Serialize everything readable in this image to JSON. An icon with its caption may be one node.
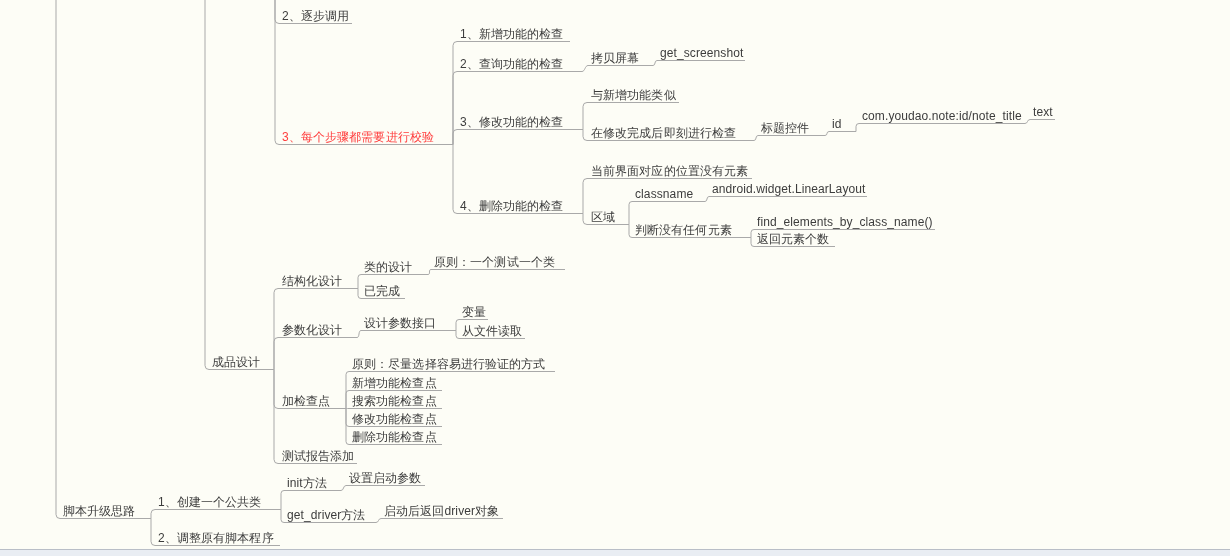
{
  "diagram": {
    "nodes": [
      {
        "text": [
          "2、逐步调用"
        ]
      },
      {
        "text": [
          "3、每个步骤都需要进行校验"
        ]
      },
      {
        "text": [
          "1、新增功能的检查"
        ]
      },
      {
        "text": [
          "2、查询功能的检查"
        ]
      },
      {
        "text": [
          "3、修改功能的检查"
        ]
      },
      {
        "text": [
          "4、删除功能的检查"
        ]
      },
      {
        "text": [
          "拷贝屏幕"
        ]
      },
      {
        "text": [
          "get_screenshot"
        ]
      },
      {
        "text": [
          "与新增功能类似"
        ]
      },
      {
        "text": [
          "在修改完成后即刻进行检查"
        ]
      },
      {
        "text": [
          "标题控件"
        ]
      },
      {
        "text": [
          "id"
        ]
      },
      {
        "text": [
          "com.youdao.note:id/note_title"
        ]
      },
      {
        "text": [
          "text"
        ]
      },
      {
        "text": [
          "当前界面对应的位置没有元素"
        ]
      },
      {
        "text": [
          "区域"
        ]
      },
      {
        "text": [
          "classname"
        ]
      },
      {
        "text": [
          "android.widget.LinearLayout"
        ]
      },
      {
        "text": [
          "判断没有任何元素"
        ]
      },
      {
        "text": [
          "find_elements_by_class_name()"
        ]
      },
      {
        "text": [
          "返回元素个数"
        ]
      },
      {
        "text": [
          "成品设计"
        ]
      },
      {
        "text": [
          "结构化设计"
        ]
      },
      {
        "text": [
          "参数化设计"
        ]
      },
      {
        "text": [
          "加检查点"
        ]
      },
      {
        "text": [
          "测试报告添加"
        ]
      },
      {
        "text": [
          "类的设计"
        ]
      },
      {
        "text": [
          "原则：一个测试一个类"
        ]
      },
      {
        "text": [
          "已完成"
        ]
      },
      {
        "text": [
          "设计参数接口"
        ]
      },
      {
        "text": [
          "变量"
        ]
      },
      {
        "text": [
          "从文件读取"
        ]
      },
      {
        "text": [
          "原则：尽量选择容易进行验证的方式"
        ]
      },
      {
        "text": [
          "新增功能检查点"
        ]
      },
      {
        "text": [
          "搜索功能检查点"
        ]
      },
      {
        "text": [
          "修改功能检查点"
        ]
      },
      {
        "text": [
          "删除功能检查点"
        ]
      },
      {
        "text": [
          "脚本升级思路"
        ]
      },
      {
        "text": [
          "1、创建一个公共类"
        ]
      },
      {
        "text": [
          "2、调整原有脚本程序"
        ]
      },
      {
        "text": [
          "init方法"
        ]
      },
      {
        "text": [
          "get_driver方法"
        ]
      },
      {
        "text": [
          "设置启动参数"
        ]
      },
      {
        "text": [
          "启动后返回driver对象"
        ]
      }
    ],
    "edges": [
      {
        "from": null,
        "to": 0,
        "arrow": "none"
      },
      {
        "from": null,
        "to": 1,
        "arrow": "none"
      },
      {
        "from": 1,
        "to": 2,
        "arrow": "none"
      },
      {
        "from": 1,
        "to": 3,
        "arrow": "none"
      },
      {
        "from": 1,
        "to": 4,
        "arrow": "none"
      },
      {
        "from": 1,
        "to": 5,
        "arrow": "none"
      },
      {
        "from": 3,
        "to": 6,
        "arrow": "none"
      },
      {
        "from": 6,
        "to": 7,
        "arrow": "none"
      },
      {
        "from": 4,
        "to": 8,
        "arrow": "none"
      },
      {
        "from": 4,
        "to": 9,
        "arrow": "none"
      },
      {
        "from": 9,
        "to": 10,
        "arrow": "none"
      },
      {
        "from": 10,
        "to": 11,
        "arrow": "none"
      },
      {
        "from": 11,
        "to": 12,
        "arrow": "none"
      },
      {
        "from": 12,
        "to": 13,
        "arrow": "none"
      },
      {
        "from": 5,
        "to": 14,
        "arrow": "none"
      },
      {
        "from": 5,
        "to": 15,
        "arrow": "none"
      },
      {
        "from": 15,
        "to": 16,
        "arrow": "none"
      },
      {
        "from": 16,
        "to": 17,
        "arrow": "none"
      },
      {
        "from": 15,
        "to": 18,
        "arrow": "none"
      },
      {
        "from": 18,
        "to": 19,
        "arrow": "none"
      },
      {
        "from": 18,
        "to": 20,
        "arrow": "none"
      },
      {
        "from": null,
        "to": 21,
        "arrow": "none"
      },
      {
        "from": 21,
        "to": 22,
        "arrow": "none"
      },
      {
        "from": 21,
        "to": 23,
        "arrow": "none"
      },
      {
        "from": 21,
        "to": 24,
        "arrow": "none"
      },
      {
        "from": 21,
        "to": 25,
        "arrow": "none"
      },
      {
        "from": 22,
        "to": 26,
        "arrow": "none"
      },
      {
        "from": 26,
        "to": 27,
        "arrow": "none"
      },
      {
        "from": 22,
        "to": 28,
        "arrow": "none"
      },
      {
        "from": 23,
        "to": 29,
        "arrow": "none"
      },
      {
        "from": 29,
        "to": 30,
        "arrow": "none"
      },
      {
        "from": 29,
        "to": 31,
        "arrow": "none"
      },
      {
        "from": 24,
        "to": 32,
        "arrow": "none"
      },
      {
        "from": 24,
        "to": 33,
        "arrow": "none"
      },
      {
        "from": 24,
        "to": 34,
        "arrow": "none"
      },
      {
        "from": 24,
        "to": 35,
        "arrow": "none"
      },
      {
        "from": 24,
        "to": 36,
        "arrow": "none"
      },
      {
        "from": null,
        "to": 37,
        "arrow": "none"
      },
      {
        "from": 37,
        "to": 38,
        "arrow": "none"
      },
      {
        "from": 37,
        "to": 39,
        "arrow": "none"
      },
      {
        "from": 38,
        "to": 40,
        "arrow": "none"
      },
      {
        "from": 38,
        "to": 41,
        "arrow": "none"
      },
      {
        "from": 40,
        "to": 42,
        "arrow": "none"
      },
      {
        "from": 41,
        "to": 43,
        "arrow": "none"
      }
    ]
  }
}
